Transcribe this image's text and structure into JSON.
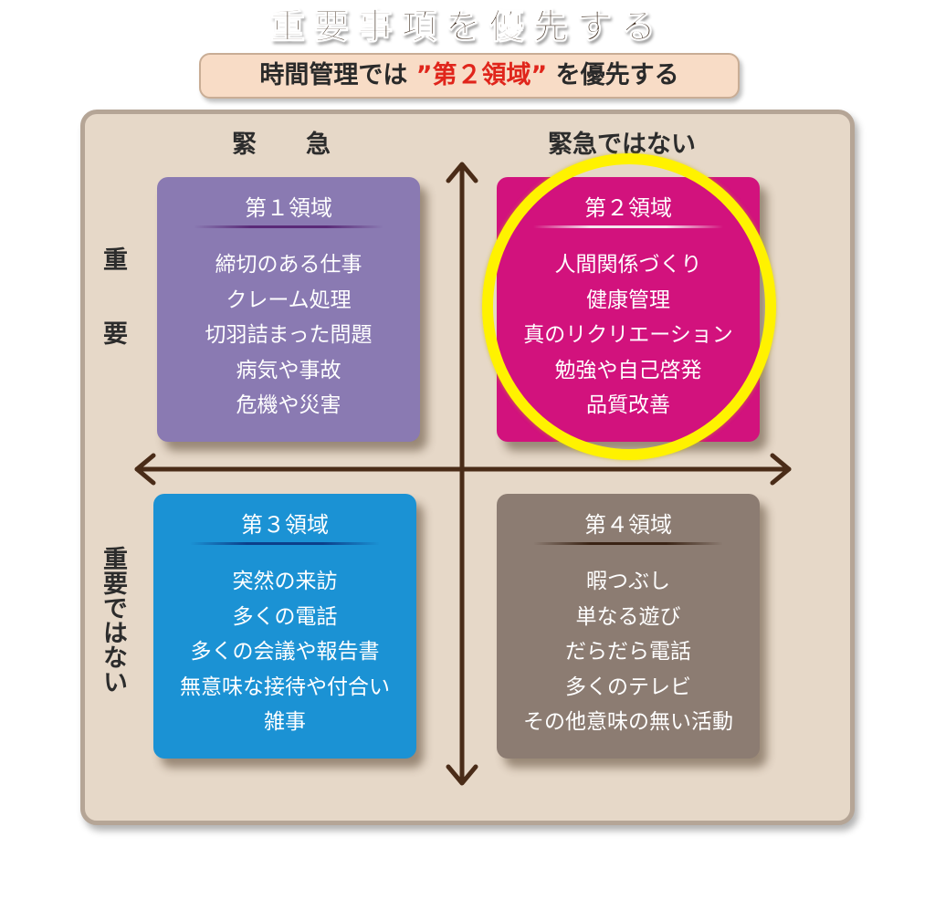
{
  "title": "重要事項を優先する",
  "subtitle": {
    "prefix": "時間管理では ",
    "highlight": "”第２領域”",
    "suffix": " を優先する"
  },
  "axis_labels": {
    "urgent": "緊　　急",
    "not_urgent": "緊急ではない",
    "important": "重　　要",
    "not_important": "重要ではない"
  },
  "quadrants": [
    {
      "title": "第１領域",
      "color": "#8a7ab2",
      "items": [
        "締切のある仕事",
        "クレーム処理",
        "切羽詰まった問題",
        "病気や事故",
        "危機や災害"
      ]
    },
    {
      "title": "第２領域",
      "color": "#d2127d",
      "items": [
        "人間関係づくり",
        "健康管理",
        "真のリクリエーション",
        "勉強や自己啓発",
        "品質改善"
      ]
    },
    {
      "title": "第３領域",
      "color": "#1b92d4",
      "items": [
        "突然の来訪",
        "多くの電話",
        "多くの会議や報告書",
        "無意味な接待や付合い",
        "雑事"
      ]
    },
    {
      "title": "第４領域",
      "color": "#8c7c72",
      "items": [
        "暇つぶし",
        "単なる遊び",
        "だらだら電話",
        "多くのテレビ",
        "その他意味の無い活動"
      ]
    }
  ],
  "colors": {
    "highlight_ring": "#fff200",
    "arrow": "#4a2c18",
    "subtitle_accent": "#e0251b",
    "board_background": "#e6d8c8"
  }
}
